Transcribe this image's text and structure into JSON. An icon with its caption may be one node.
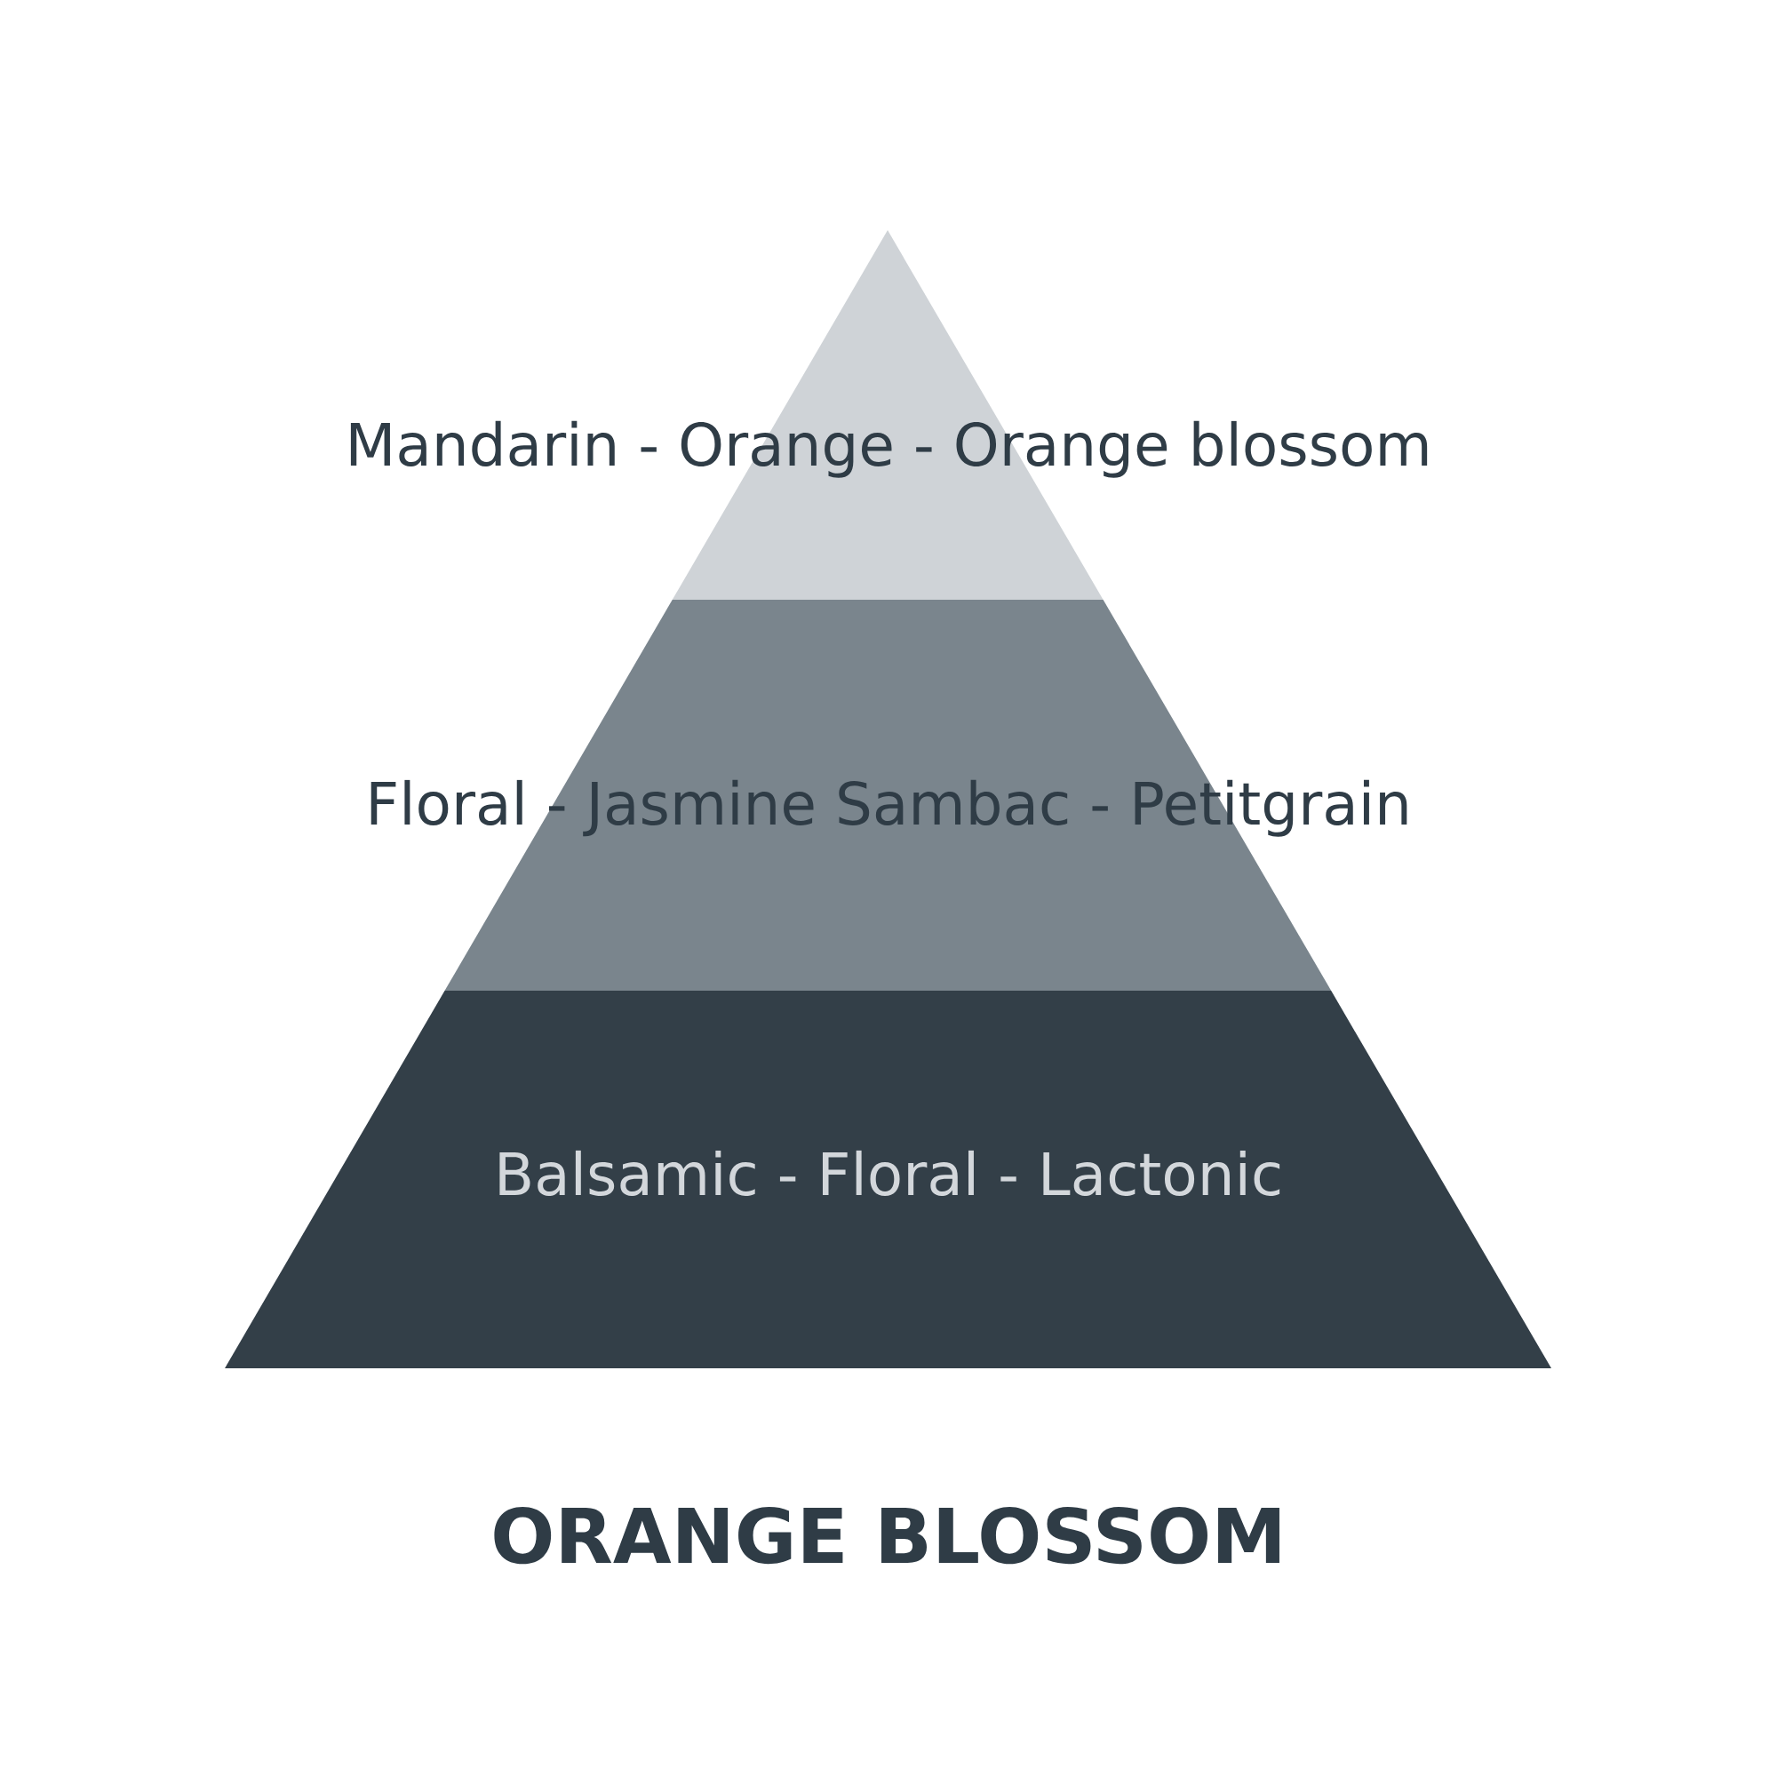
{
  "diagram": {
    "title": "ORANGE BLOSSOM",
    "nodes": [
      {
        "text": [
          "Mandarin - Orange - Orange blossom"
        ]
      },
      {
        "text": [
          "Floral - Jasmine Sambac - Petitgrain"
        ]
      },
      {
        "text": [
          "Balsamic - Floral - Lactonic"
        ]
      }
    ]
  }
}
